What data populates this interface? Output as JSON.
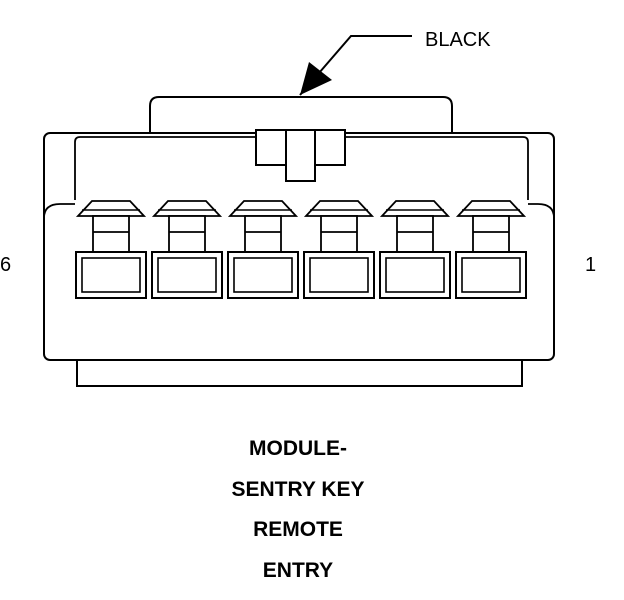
{
  "connector": {
    "wire_color_label": "BLACK",
    "pin_label_left": "6",
    "pin_label_right": "1",
    "cavity_count": 6
  },
  "title": {
    "lines": [
      "MODULE-",
      "SENTRY KEY",
      "REMOTE",
      "ENTRY"
    ]
  }
}
